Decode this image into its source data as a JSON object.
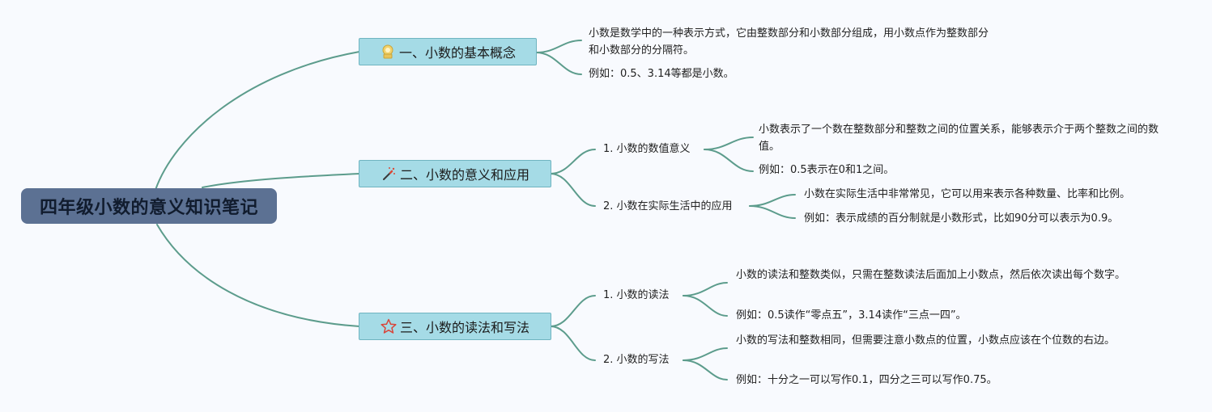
{
  "root": {
    "title": "四年级小数的意义知识笔记"
  },
  "branches": [
    {
      "title": "一、小数的基本概念",
      "icon": "badge-icon",
      "leaves": [
        "小数是数学中的一种表示方式，它由整数部分和小数部分组成，用小数点作为整数部分和小数部分的分隔符。",
        "例如：0.5、3.14等都是小数。"
      ]
    },
    {
      "title": "二、小数的意义和应用",
      "icon": "magic-wand-icon",
      "subs": [
        {
          "title": "1. 小数的数值意义",
          "leaves": [
            "小数表示了一个数在整数部分和整数之间的位置关系，能够表示介于两个整数之间的数值。",
            "例如：0.5表示在0和1之间。"
          ]
        },
        {
          "title": "2. 小数在实际生活中的应用",
          "leaves": [
            "小数在实际生活中非常常见，它可以用来表示各种数量、比率和比例。",
            "例如：表示成绩的百分制就是小数形式，比如90分可以表示为0.9。"
          ]
        }
      ]
    },
    {
      "title": "三、小数的读法和写法",
      "icon": "star-icon",
      "subs": [
        {
          "title": "1. 小数的读法",
          "leaves": [
            "小数的读法和整数类似，只需在整数读法后面加上小数点，然后依次读出每个数字。",
            "例如：0.5读作“零点五”，3.14读作“三点一四”。"
          ]
        },
        {
          "title": "2. 小数的写法",
          "leaves": [
            "小数的写法和整数相同，但需要注意小数点的位置，小数点应该在个位数的右边。",
            "例如：十分之一可以写作0.1，四分之三可以写作0.75。"
          ]
        }
      ]
    }
  ],
  "colors": {
    "connector": "#5c9c8c",
    "root_fill": "#5c7193",
    "branch_fill": "#a5dbe6",
    "background": "#f8fafe"
  }
}
